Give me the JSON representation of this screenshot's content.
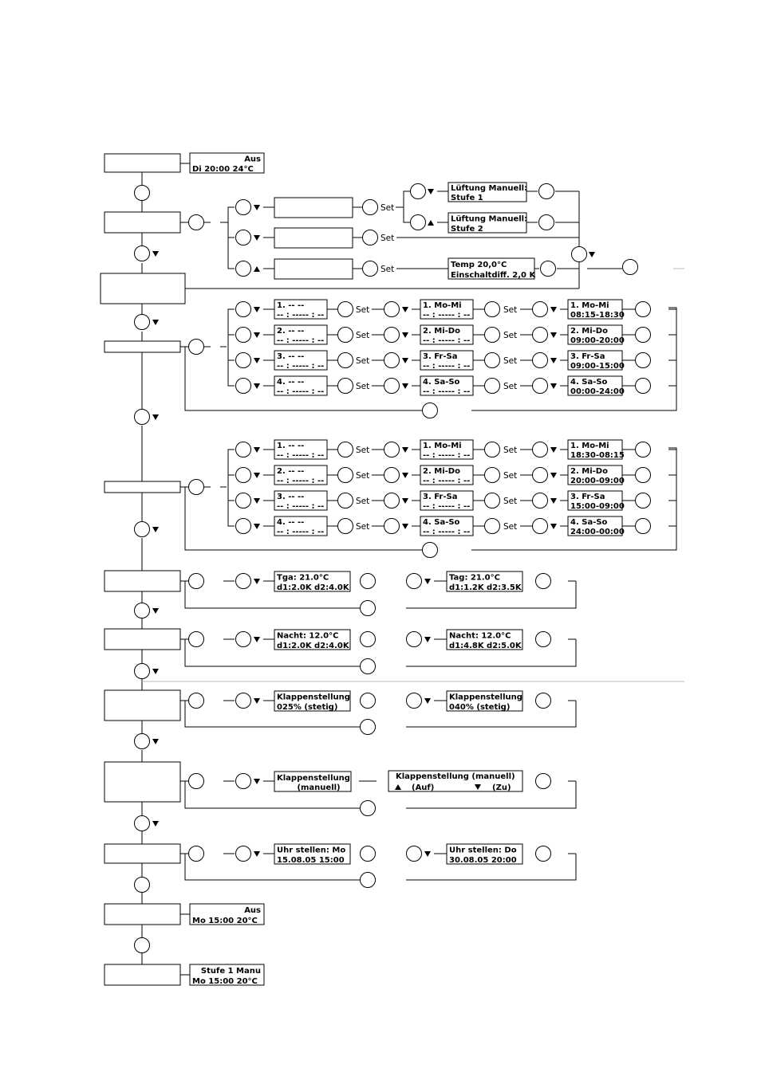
{
  "colors": {
    "line": "#000000",
    "background": "#ffffff",
    "faint_line": "#bbbbbb"
  },
  "symbols": {
    "down": "▼",
    "up": "▲",
    "set": "Set"
  },
  "status_screens": {
    "first": [
      "Aus",
      "Di 20:00    24°C"
    ],
    "after_exit": [
      "Aus",
      "Mo 15:00   20°C"
    ],
    "manual": [
      "Stufe 1     Manu",
      "Mo 15:00   20°C"
    ]
  },
  "ventilation": {
    "manual_1": [
      "Lüftung Manuell:",
      "Stufe    1"
    ],
    "manual_2": [
      "Lüftung Manuell:",
      "Stufe    2"
    ],
    "temperature": [
      "Temp 20,0°C",
      "Einschaltdiff. 2,0 K"
    ]
  },
  "program_on": {
    "empty": [
      [
        "1.   --      --",
        "-- : ----- : --"
      ],
      [
        "2.   --      --",
        "-- : ----- : --"
      ],
      [
        "3.   --      --",
        "-- : ----- : --"
      ],
      [
        "4.   --      --",
        "-- : ----- : --"
      ]
    ],
    "days": [
      [
        "1. Mo-Mi",
        "-- : ----- : --"
      ],
      [
        "2. Mi-Do",
        "-- : ----- : --"
      ],
      [
        "3. Fr-Sa",
        "-- : ----- : --"
      ],
      [
        "4. Sa-So",
        "-- : ----- : --"
      ]
    ],
    "times": [
      [
        "1. Mo-Mi",
        "08:15-18:30"
      ],
      [
        "2. Mi-Do",
        "09:00-20:00"
      ],
      [
        "3. Fr-Sa",
        "09:00-15:00"
      ],
      [
        "4. Sa-So",
        "00:00-24:00"
      ]
    ]
  },
  "program_off": {
    "empty": [
      [
        "1.   --      --",
        "-- : ----- : --"
      ],
      [
        "2.   --      --",
        "-- : ----- : --"
      ],
      [
        "3.   --      --",
        "-- : ----- : --"
      ],
      [
        "4.   --      --",
        "-- : ----- : --"
      ]
    ],
    "days": [
      [
        "1. Mo-Mi",
        "-- : ----- : --"
      ],
      [
        "2. Mi-Do",
        "-- : ----- : --"
      ],
      [
        "3. Fr-Sa",
        "-- : ----- : --"
      ],
      [
        "4. Sa-So",
        "-- : ----- : --"
      ]
    ],
    "times": [
      [
        "1. Mo-Mi",
        "18:30-08:15"
      ],
      [
        "2. Mi-Do",
        "20:00-09:00"
      ],
      [
        "3. Fr-Sa",
        "15:00-09:00"
      ],
      [
        "4. Sa-So",
        "24:00-00:00"
      ]
    ]
  },
  "day_temp": {
    "before": [
      "Tga:          21.0°C",
      "d1:2.0K d2:4.0K"
    ],
    "after": [
      "Tag:          21.0°C",
      "d1:1.2K d2:3.5K"
    ]
  },
  "night_temp": {
    "before": [
      "Nacht:    12.0°C",
      "d1:2.0K d2:4.0K"
    ],
    "after": [
      "Nacht:    12.0°C",
      "d1:4.8K d2:5.0K"
    ]
  },
  "flap_continuous": {
    "before": [
      "Klappenstellung",
      "025% (stetig)"
    ],
    "after": [
      "Klappenstellung",
      "040% (stetig)"
    ]
  },
  "flap_manual": {
    "before": [
      "Klappenstellung",
      "_ _ _ (manuell)"
    ],
    "after_title": "Klappenstellung (manuell)",
    "after_open": "(Auf)",
    "after_close": "(Zu)"
  },
  "clock": {
    "before": [
      "Uhr stellen:  Mo",
      "15.08.05     15:00"
    ],
    "after": [
      "Uhr stellen:  Do",
      "30.08.05     20:00"
    ]
  }
}
